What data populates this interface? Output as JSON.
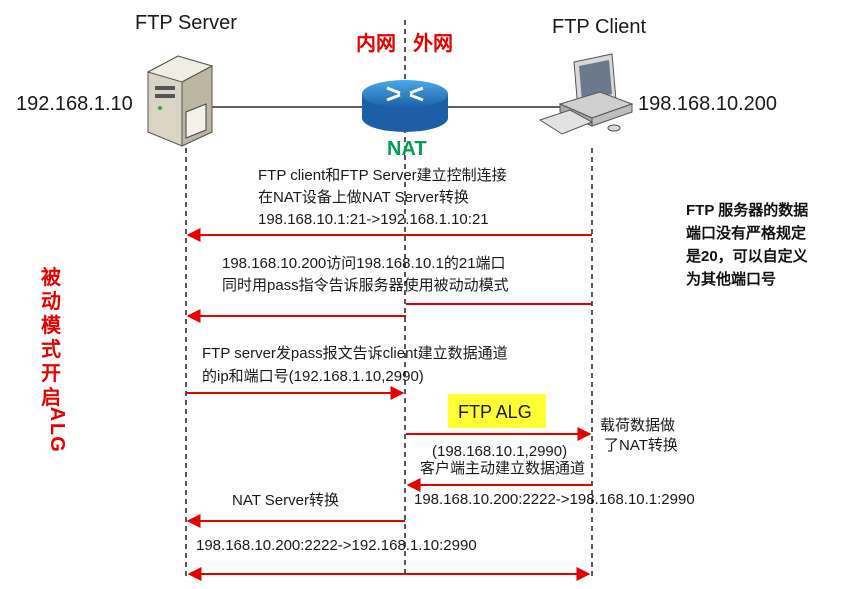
{
  "colors": {
    "arrow": "#e60000",
    "zone_label": "#e60000",
    "nat_label": "#00a050",
    "alg_bg": "#ffff33",
    "line": "#000000"
  },
  "server": {
    "title": "FTP Server",
    "ip": "192.168.1.10",
    "icon": "server-tower-icon"
  },
  "client": {
    "title": "FTP Client",
    "ip": "198.168.10.200",
    "icon": "desktop-computer-icon"
  },
  "router": {
    "label": "NAT",
    "icon": "router-icon"
  },
  "zones": {
    "inside": "内网",
    "outside": "外网"
  },
  "side_label": "被动模式开启ALG",
  "note": {
    "lines": [
      "FTP 服务器的数据",
      "端口没有严格规定",
      "是20，可以自定义",
      "为其他端口号"
    ]
  },
  "alg_box": {
    "label": "FTP ALG"
  },
  "messages": [
    {
      "lines": [
        "FTP client和FTP Server建立控制连接",
        "在NAT设备上做NAT Server转换",
        "198.168.10.1:21->192.168.1.10:21"
      ],
      "direction": "to-server",
      "from": "client",
      "to": "server"
    },
    {
      "lines": [
        "198.168.10.200访问198.168.10.1的21端口",
        "同时用pass指令告诉服务器使用被动动模式"
      ],
      "direction": "to-server",
      "from": "client",
      "to": "server"
    },
    {
      "lines": [
        "FTP server发pass报文告诉client建立数据通道",
        "的ip和端口号(192.168.1.10,2990)"
      ],
      "direction": "to-nat",
      "from": "server",
      "to": "nat"
    },
    {
      "lines": [
        "(198.168.10.1,2990)"
      ],
      "direction": "to-client",
      "from": "nat",
      "to": "client"
    },
    {
      "lines": [
        "载荷数据做",
        "了NAT转换"
      ],
      "direction": "annotation"
    },
    {
      "lines": [
        "客户端主动建立数据通道",
        "198.168.10.200:2222->198.168.10.1:2990"
      ],
      "direction": "to-nat",
      "from": "client",
      "to": "nat"
    },
    {
      "lines": [
        "NAT Server转换",
        "198.168.10.200:2222->192.168.1.10:2990"
      ],
      "direction": "to-server",
      "from": "nat",
      "to": "server"
    },
    {
      "lines": [],
      "direction": "both",
      "from": "server",
      "to": "client"
    }
  ]
}
